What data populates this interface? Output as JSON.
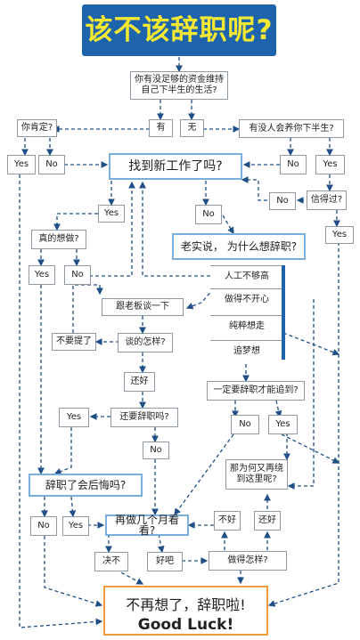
{
  "title": "该不该辞职呢?",
  "colors": {
    "title_bg": "#1d64ad",
    "title_text": "#f6e832",
    "arrow": "#1f4f86",
    "accent_border": "#7aaedc",
    "final_border": "#f39b3a"
  },
  "nodes": {
    "savings_q": "你有没足够的资金维持\n自己下半生的生活?",
    "savings_yes": "有",
    "savings_no": "无",
    "sure_q": "你肯定?",
    "sure_yes": "Yes",
    "sure_no": "No",
    "support_q": "有没人会养你下半生?",
    "support_no": "No",
    "support_yes": "Yes",
    "find_job_q": "找到新工作了吗?",
    "trust_q": "信得过?",
    "trust_no": "No",
    "trust_yes": "Yes",
    "job_yes": "Yes",
    "job_no": "No",
    "really_q": "真的想做?",
    "really_yes": "Yes",
    "really_no": "No",
    "why_q": "老实说， 为什么想辞职?",
    "reason_1": "人工不够高",
    "reason_2": "做得不开心",
    "reason_3": "纯粹想走",
    "reason_4": "追梦想",
    "talk_boss": "跟老板谈一下",
    "dont_mention": "不要提了",
    "talk_result_q": "谈的怎样?",
    "ok_result": "还好",
    "must_quit_q": "一定要辞职才能追到?",
    "must_no": "No",
    "must_yes": "Yes",
    "still_quit_q": "还要辞职吗?",
    "still_yes": "Yes",
    "still_no": "No",
    "why_here_q": "那为何又再绕\n到这里呢?",
    "regret_q": "辞职了会后悔吗?",
    "regret_no": "No",
    "regret_yes": "Yes",
    "few_months_q": "再做几个月看看?",
    "bad": "不好",
    "fine": "还好",
    "refuse": "决不",
    "ok": "好吧",
    "how_q": "做得怎样?",
    "final_1": "不再想了，辞职啦!",
    "final_2": "Good Luck!"
  }
}
